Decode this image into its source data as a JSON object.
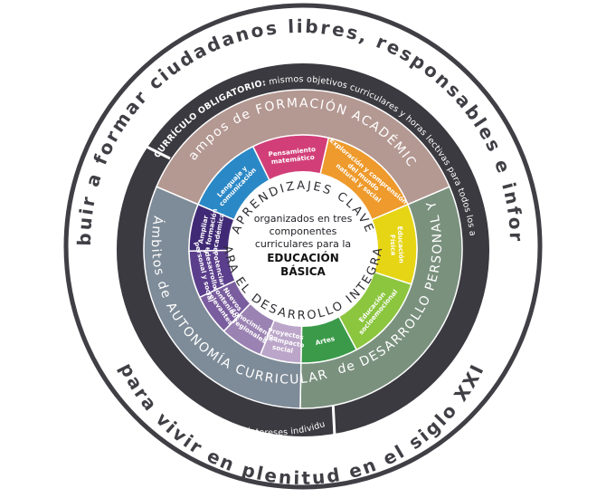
{
  "outer_ring": {
    "top": "Contribuir a formar ciudadanos libres, responsables e informados",
    "bottom": "para vivir en plenitud en el siglo XXI"
  },
  "dark_band": {
    "obligatorio_title": "CURRÍCULO OBLIGATORIO:",
    "obligatorio_text": " mismos objetivos curriculares y horas lectivas para todos los alumnos a nivel nacional",
    "flexible_title": "CURRÍCULO FLEXIBLE:",
    "flexible_text": " atención a la diversidad y a las necesidades e intereses individuales"
  },
  "areas": {
    "formacion": "Campos de FORMACIÓN ACADÉMICA",
    "desarrollo": "Áreas de DESARROLLO PERSONAL Y SOCIAL",
    "autonomia": "Ámbitos de AUTONOMÍA CURRICULAR"
  },
  "segments": [
    {
      "name": "lenguaje",
      "lines": [
        "Lenguaje y",
        "comunicación"
      ],
      "color": "#2b88c6"
    },
    {
      "name": "pensamiento",
      "lines": [
        "Pensamiento",
        "matemático"
      ],
      "color": "#d23f78"
    },
    {
      "name": "exploracion",
      "lines": [
        "Exploración y comprensión",
        "del mundo",
        "natural y social"
      ],
      "color": "#ee9a2c"
    },
    {
      "name": "educacion-fisica",
      "lines": [
        "Educación",
        "Física"
      ],
      "color": "#e6d515"
    },
    {
      "name": "socioemocional",
      "lines": [
        "Educación",
        "socioemocional"
      ],
      "color": "#8cc63f"
    },
    {
      "name": "artes",
      "lines": [
        "Artes"
      ],
      "color": "#3a9a49"
    },
    {
      "name": "proyectos",
      "lines": [
        "Proyectos",
        "de impacto",
        "social"
      ],
      "color": "#bba5c8"
    },
    {
      "name": "conocimientos",
      "lines": [
        "Conocimientos",
        "regionales"
      ],
      "color": "#9a82b2"
    },
    {
      "name": "nuevos",
      "lines": [
        "Nuevos",
        "contenidos",
        "relevantes"
      ],
      "color": "#7a5d9e"
    },
    {
      "name": "potenciar",
      "lines": [
        "Potenciar",
        "desarrollo",
        "personal y social"
      ],
      "color": "#5b3f8c"
    },
    {
      "name": "ampliar",
      "lines": [
        "Ampliar",
        "la formación",
        "académica"
      ],
      "color": "#402a76"
    }
  ],
  "center": {
    "arc_top": "APRENDIZAJES CLAVE",
    "arc_bottom": "PARA EL DESARROLLO INTEGRAL",
    "lines": [
      "organizados en tres",
      "componentes",
      "curriculares para la"
    ],
    "bold_lines": [
      "EDUCACIÓN",
      "BÁSICA"
    ]
  },
  "colors": {
    "outer_ring": "#3f3f45",
    "dark_band": "#3a3a40",
    "formacion": "#b49892",
    "desarrollo": "#7a917e",
    "autonomia": "#7e8b98",
    "center_fill": "#ffffff",
    "text_dark": "#2d2d33"
  }
}
